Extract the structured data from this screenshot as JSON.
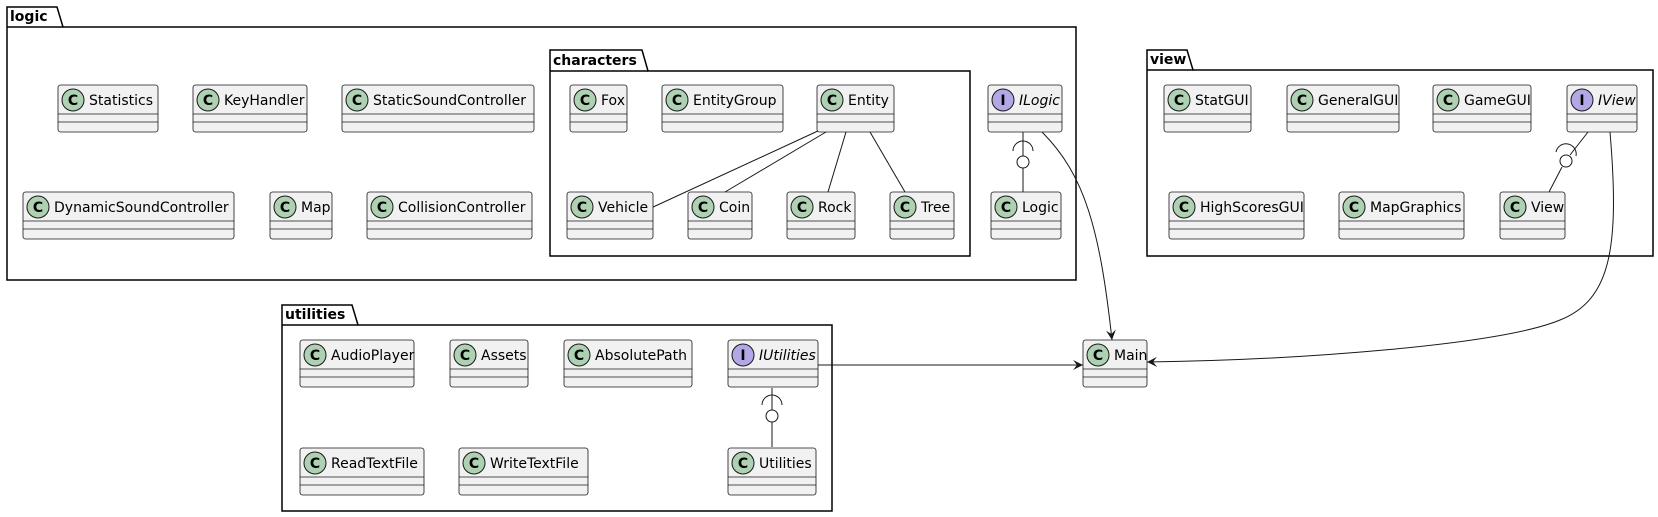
{
  "packages": {
    "logic": "logic",
    "characters": "characters",
    "view": "view",
    "utilities": "utilities"
  },
  "classes": {
    "statistics": "Statistics",
    "keyhandler": "KeyHandler",
    "static_sound_controller": "StaticSoundController",
    "dynamic_sound_controller": "DynamicSoundController",
    "map": "Map",
    "collision_controller": "CollisionController",
    "fox": "Fox",
    "entity_group": "EntityGroup",
    "entity": "Entity",
    "vehicle": "Vehicle",
    "coin": "Coin",
    "rock": "Rock",
    "tree": "Tree",
    "ilogic": "ILogic",
    "logic": "Logic",
    "stat_gui": "StatGUI",
    "general_gui": "GeneralGUI",
    "game_gui": "GameGUI",
    "iview": "IView",
    "high_scores_gui": "HighScoresGUI",
    "map_graphics": "MapGraphics",
    "view": "View",
    "audio_player": "AudioPlayer",
    "assets": "Assets",
    "absolute_path": "AbsolutePath",
    "iutilities": "IUtilities",
    "read_text_file": "ReadTextFile",
    "write_text_file": "WriteTextFile",
    "utilities": "Utilities",
    "main": "Main"
  },
  "stereotypes": {
    "class": "C",
    "interface": "I"
  },
  "colors": {
    "class_badge": "#ADD1B2",
    "interface_badge": "#B4A7E5",
    "box_fill": "#F1F1F1",
    "line": "#181818"
  }
}
